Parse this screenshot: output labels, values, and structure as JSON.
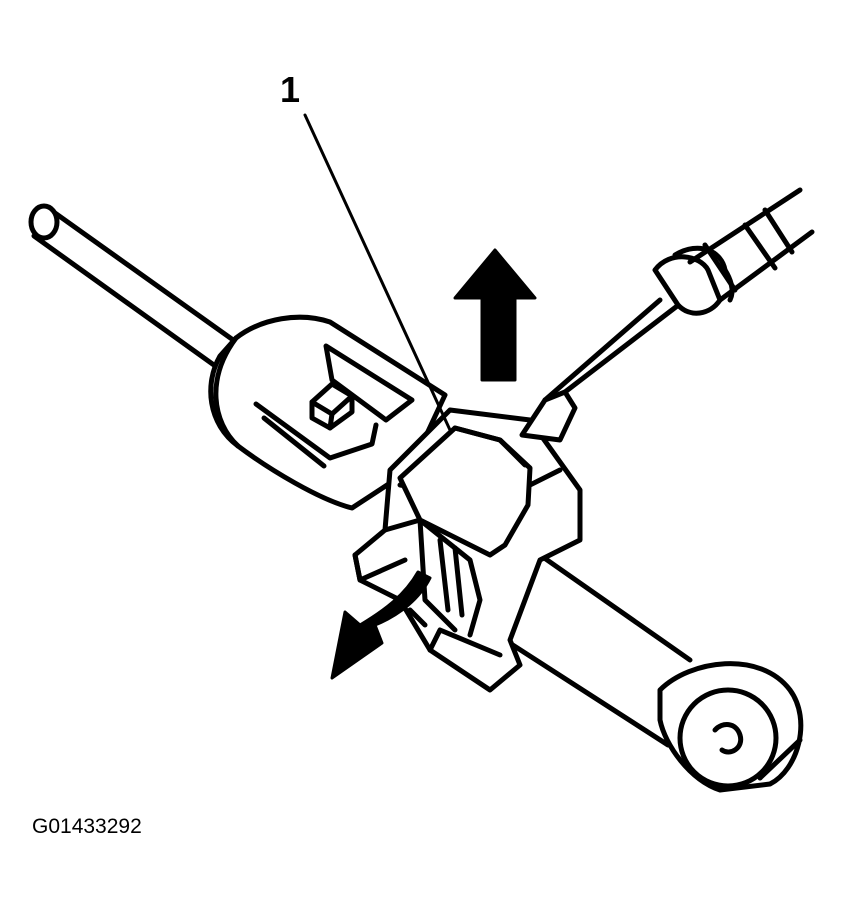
{
  "diagram": {
    "callouts": [
      {
        "number": "1",
        "target": "connector-locking-tab"
      }
    ],
    "figure_code": "G01433292",
    "icons": {
      "up_arrow": "arrow-up-icon",
      "curved_arrow": "curved-arrow-icon",
      "screwdriver": "screwdriver-icon"
    },
    "colors": {
      "ink": "#000000",
      "paper": "#ffffff"
    }
  }
}
